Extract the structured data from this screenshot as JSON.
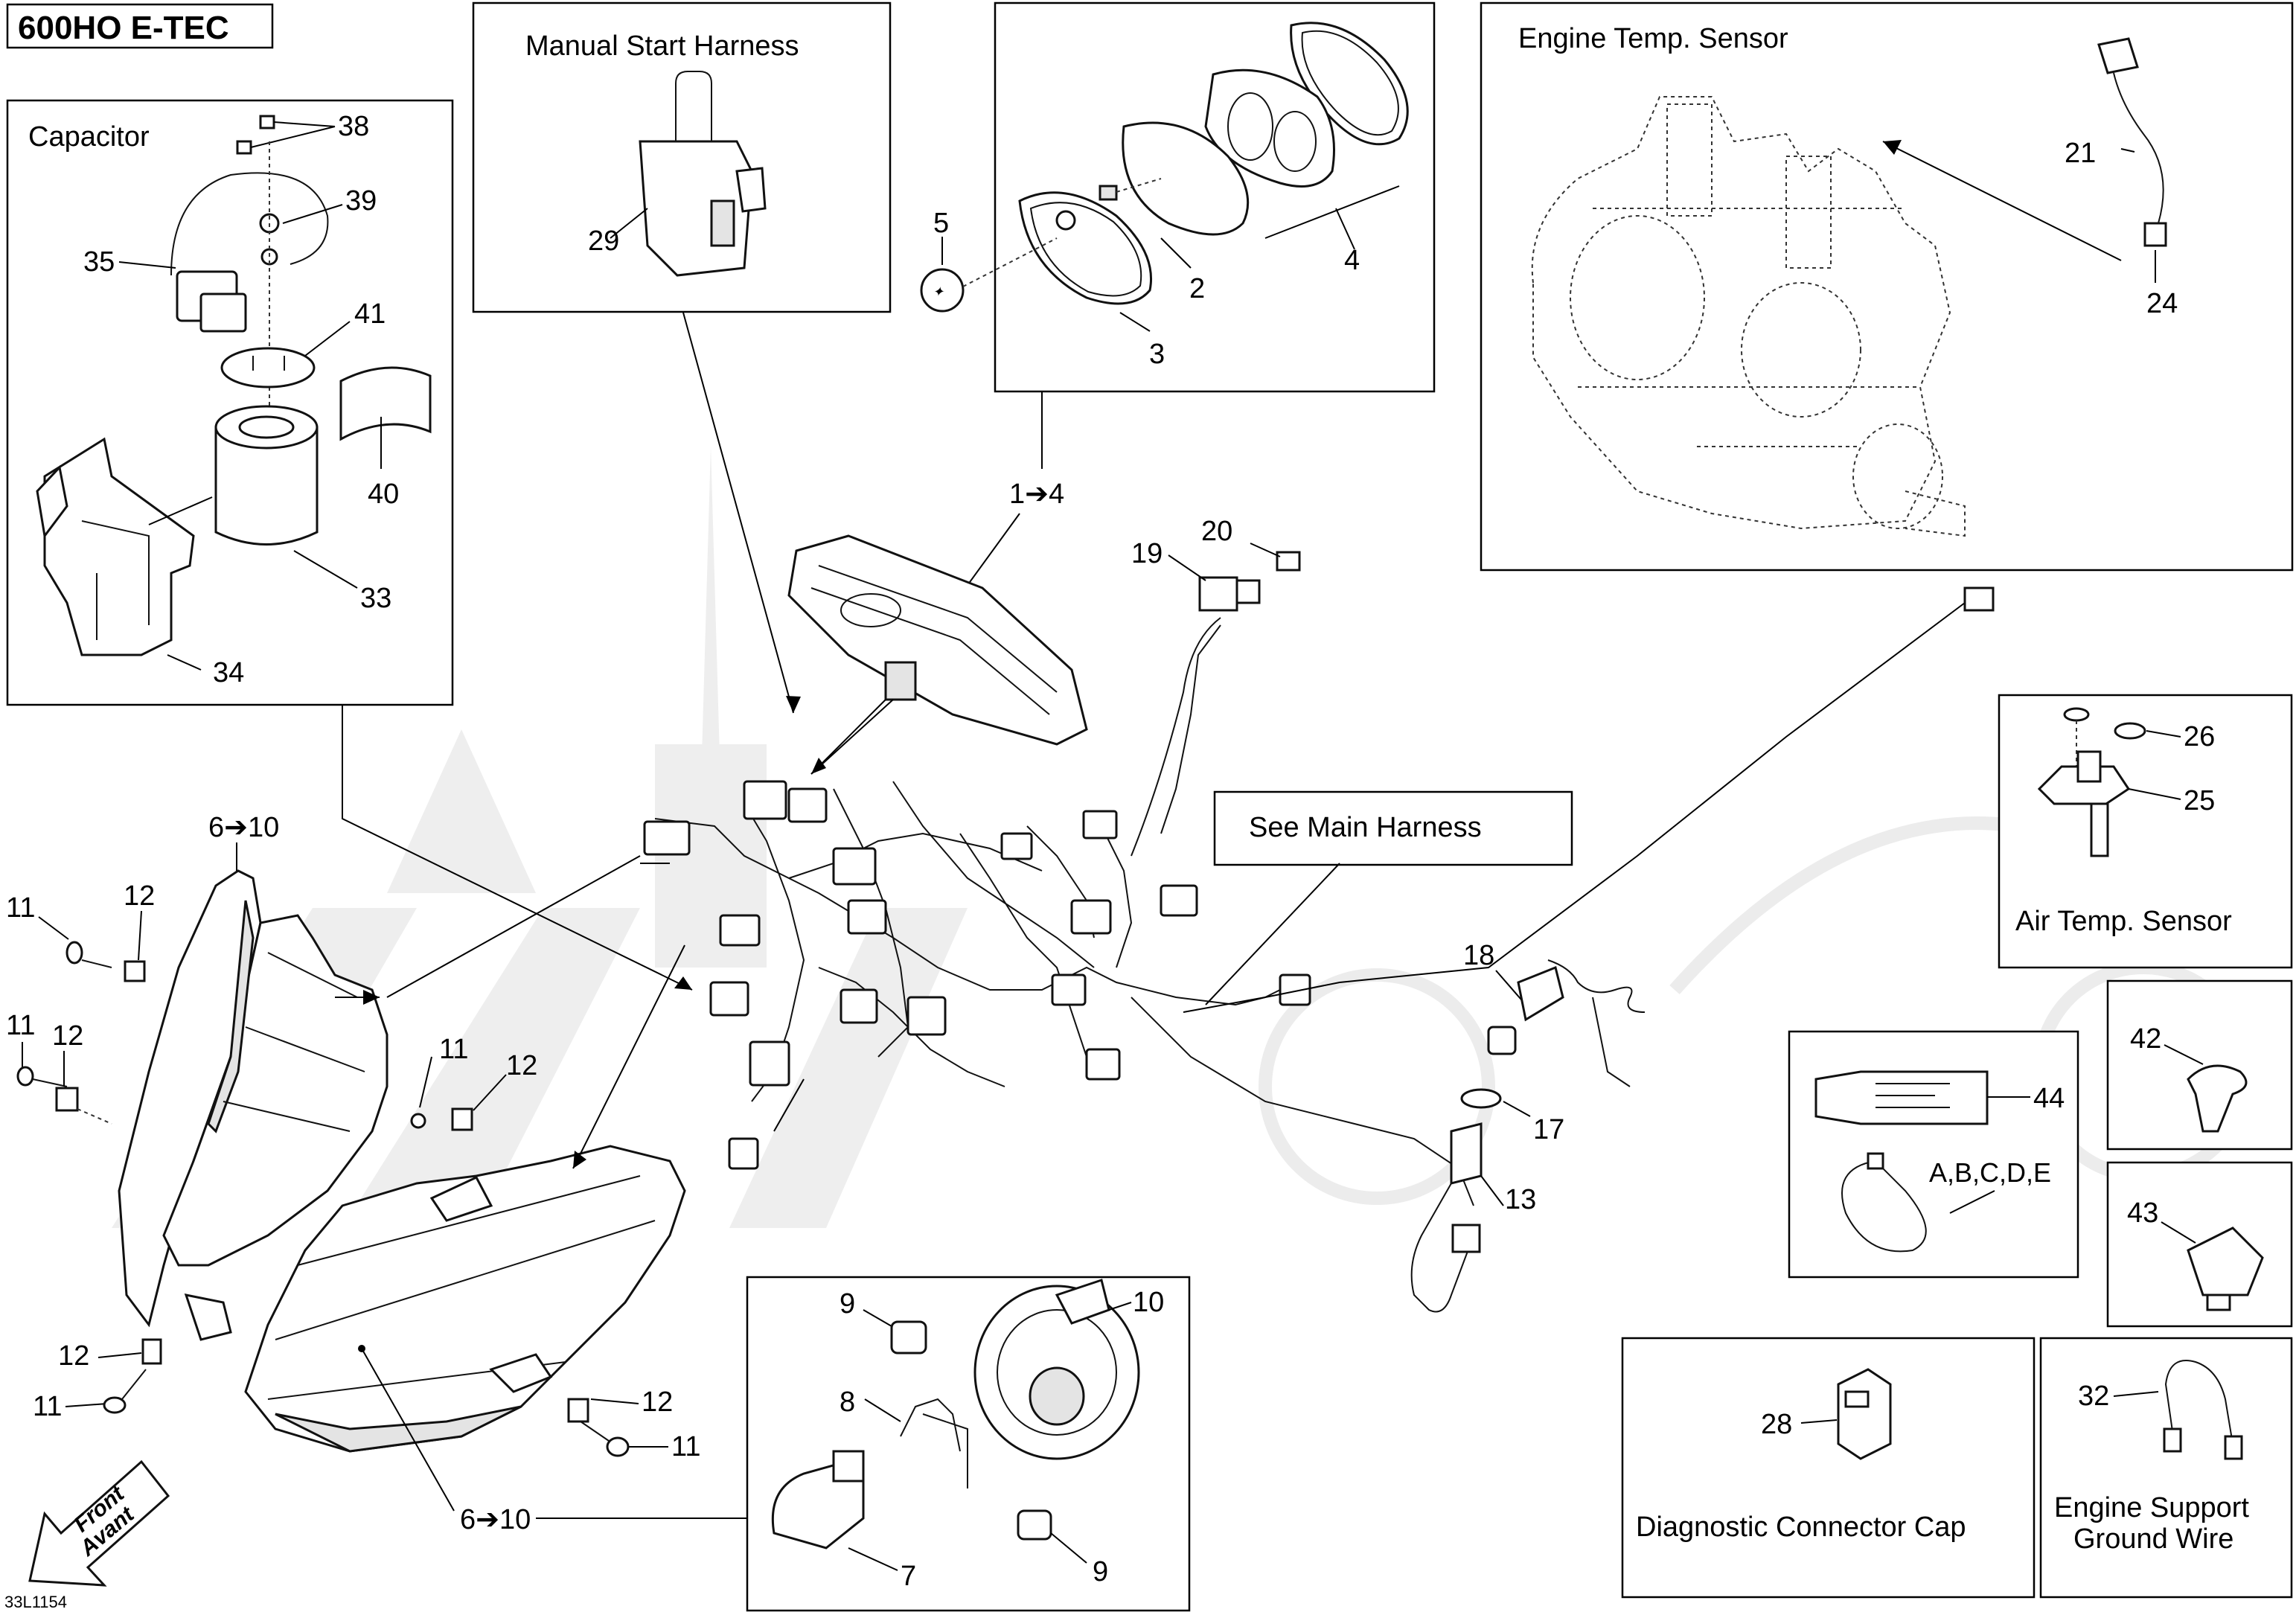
{
  "model_label": "600HO E-TEC",
  "drawing_code": "33L1154",
  "boxes": {
    "capacitor": "Capacitor",
    "manual_start_harness": "Manual Start Harness",
    "engine_temp_sensor": "Engine Temp. Sensor",
    "air_temp_sensor": "Air Temp. Sensor",
    "see_main_harness": "See Main Harness",
    "diagnostic_connector_cap": "Diagnostic Connector Cap",
    "engine_support_ground_wire_l1": "Engine Support",
    "engine_support_ground_wire_l2": "Ground Wire"
  },
  "front_arrow": {
    "line1": "Front",
    "line2": "Avant"
  },
  "callouts": {
    "c38": "38",
    "c39": "39",
    "c35": "35",
    "c41": "41",
    "c40": "40",
    "c33": "33",
    "c34": "34",
    "c29": "29",
    "c5": "5",
    "c2": "2",
    "c3": "3",
    "c4": "4",
    "c1to4": "1➔4",
    "c20": "20",
    "c19": "19",
    "c21": "21",
    "c24": "24",
    "c26": "26",
    "c25": "25",
    "c6to10_top": "6➔10",
    "c6to10_bot": "6➔10",
    "c11a": "11",
    "c12a": "12",
    "c11b": "11",
    "c12b": "12",
    "c11c": "11",
    "c12c": "12",
    "c12d": "12",
    "c11d": "11",
    "c12e": "12",
    "c11e": "11",
    "c18": "18",
    "c17": "17",
    "c13": "13",
    "c44": "44",
    "cAE": "A,B,C,D,E",
    "c42": "42",
    "c43": "43",
    "c9a": "9",
    "c10": "10",
    "c8": "8",
    "c7": "7",
    "c9b": "9",
    "c28": "28",
    "c32": "32"
  }
}
